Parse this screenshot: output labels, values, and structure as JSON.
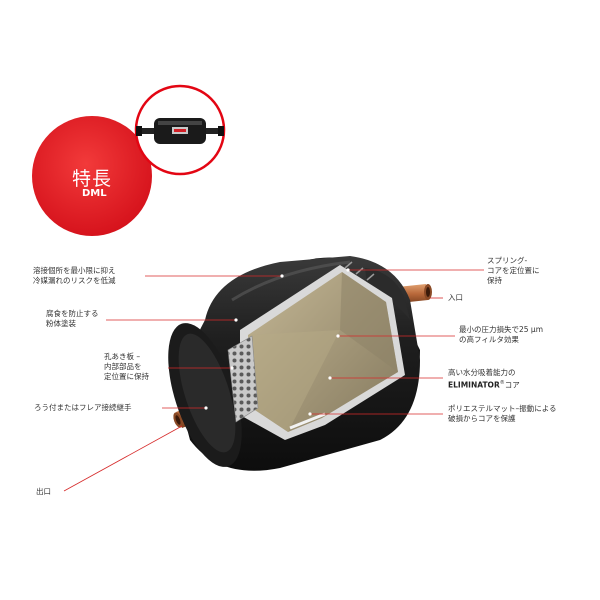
{
  "colors": {
    "accent": "#e30613",
    "leader": "#d62a2a",
    "body": "#1c1c1c",
    "desiccant": "#a69a7d",
    "copper": "#b8683a"
  },
  "badge": {
    "title": "特長",
    "subtitle": "DML"
  },
  "labels": {
    "solder_joints": {
      "line1": "溶接個所を最小限に抑え",
      "line2": "冷媒漏れのリスクを低減"
    },
    "powder_coating": {
      "line1": "腐食を防止する",
      "line2": "粉体塗装"
    },
    "perforated_plate": {
      "line1": "孔あき板 –",
      "line2": "内部部品を",
      "line3": "定位置に保持"
    },
    "connection": {
      "line1": "ろう付またはフレア接続継手"
    },
    "outlet": {
      "line1": "出口"
    },
    "spring": {
      "line1": "スプリング-",
      "line2": "コアを定位置に",
      "line3": "保持"
    },
    "inlet": {
      "line1": "入口"
    },
    "filtration": {
      "line1": "最小の圧力損失で25 μm",
      "line2": "の高フィルタ効果"
    },
    "eliminator": {
      "line1": "高い水分吸着能力の",
      "brand": "ELIMINATOR",
      "sup": "®",
      "rest": "コア"
    },
    "polyester_mat": {
      "line1": "ポリエステルマット–振動による",
      "line2": "破損からコアを保護"
    }
  }
}
